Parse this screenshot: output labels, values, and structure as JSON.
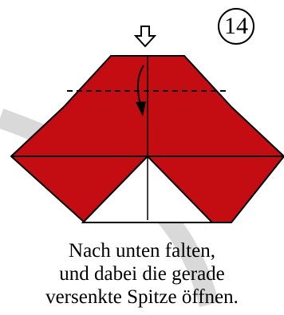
{
  "step": {
    "number": "14"
  },
  "caption": {
    "lines": [
      "Nach unten falten,",
      "und dabei die gerade",
      "versenkte Spitze öffnen."
    ]
  },
  "colors": {
    "paper_front": "#c40d12",
    "paper_back": "#ffffff",
    "background_swoosh": "#d9d9d9",
    "outline": "#000000"
  },
  "icons": {
    "push_arrow": "down-arrow-outline-icon",
    "fold_arrow": "curved-fold-arrow-icon",
    "step_badge": "circled-number-icon"
  }
}
